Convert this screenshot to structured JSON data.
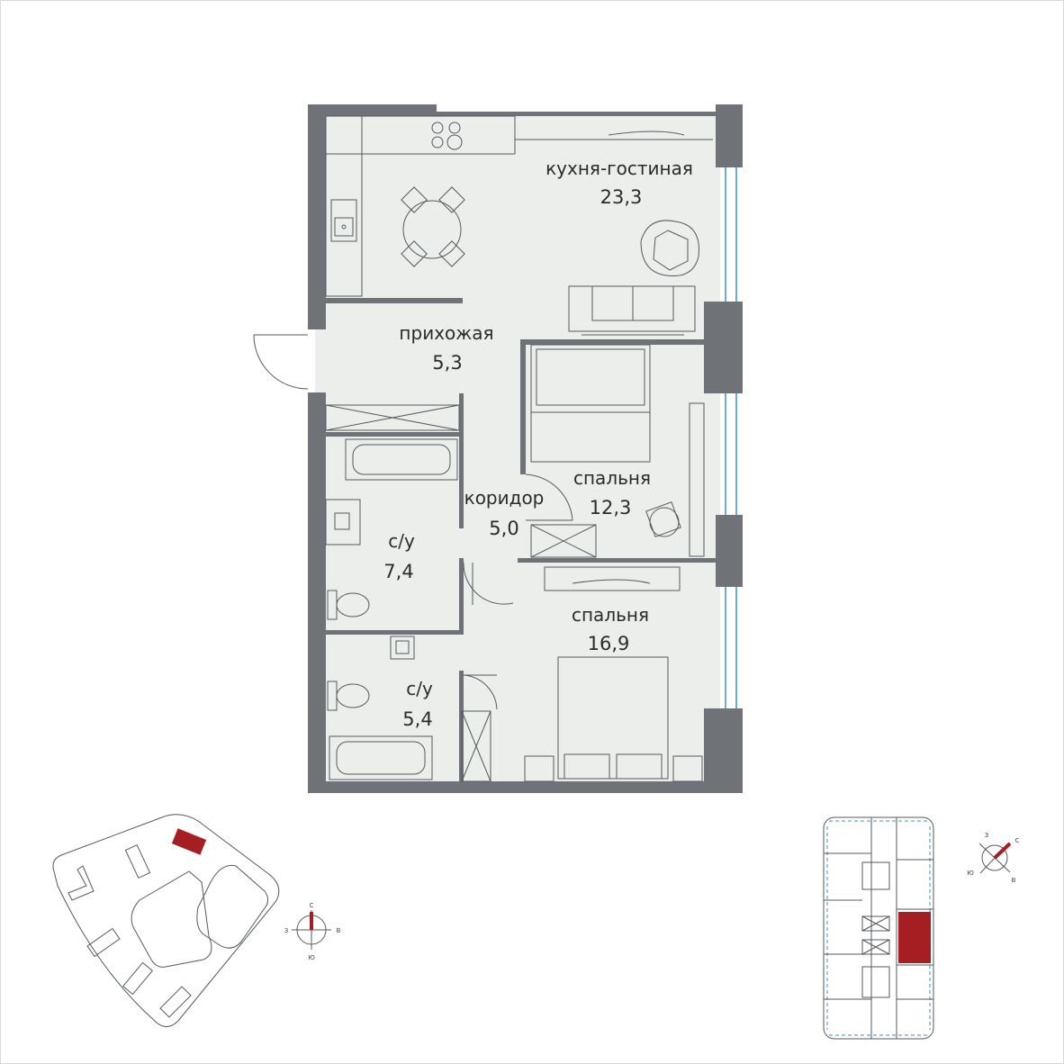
{
  "rooms": [
    {
      "name": "кухня-гостиная",
      "area": "23,3"
    },
    {
      "name": "прихожая",
      "area": "5,3"
    },
    {
      "name": "коридор",
      "area": "5,0"
    },
    {
      "name": "спальня",
      "area": "12,3"
    },
    {
      "name": "с/у",
      "area": "7,4"
    },
    {
      "name": "спальня",
      "area": "16,9"
    },
    {
      "name": "с/у",
      "area": "5,4"
    }
  ],
  "compass_site": {
    "n": "С",
    "s": "Ю",
    "w": "З",
    "e": "В"
  },
  "compass_floor": {
    "n": "С",
    "s": "Ю",
    "w": "З",
    "e": "В"
  },
  "colors": {
    "wall": "#6f7377",
    "floor": "#eceeec",
    "highlight": "#a41e22",
    "glass": "#3a8fd0",
    "line": "#555a5e"
  },
  "icons": [
    "compass-icon",
    "door-icon",
    "window-icon",
    "bathtub-icon",
    "toilet-icon",
    "sink-icon",
    "stove-icon",
    "bed-icon",
    "sofa-icon",
    "table-icon",
    "chair-icon"
  ]
}
